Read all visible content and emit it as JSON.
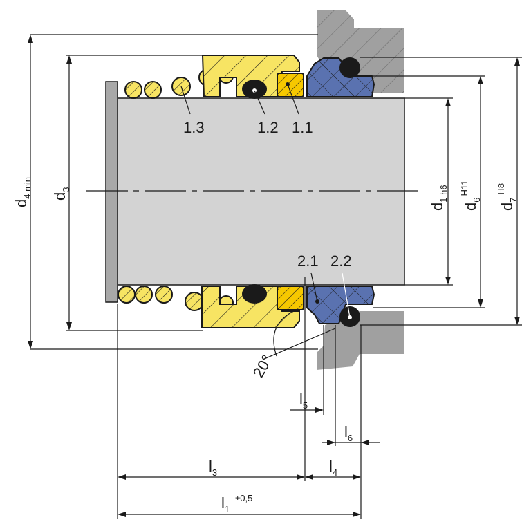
{
  "colors": {
    "shaft": "#d3d3d3",
    "housing": "#a0a0a0",
    "yellow_light": "#f7e463",
    "yellow_dark": "#f6c800",
    "blue": "#5a72b0",
    "black": "#1a1a1a"
  },
  "parts": {
    "p13": "1.3",
    "p12": "1.2",
    "p11": "1.1",
    "p21": "2.1",
    "p22": "2.2"
  },
  "dimensions": {
    "d4": {
      "main": "d",
      "sub": "4 min"
    },
    "d3": {
      "main": "d",
      "sub": "3"
    },
    "d1": {
      "main": "d",
      "sub": "1 h6"
    },
    "d6": {
      "main": "d",
      "sub": "6",
      "sup": "H11"
    },
    "d7": {
      "main": "d",
      "sub": "7",
      "sup": "H8"
    },
    "l1": {
      "main": "l",
      "sub": "1",
      "tol": "±0,5"
    },
    "l3": {
      "main": "l",
      "sub": "3"
    },
    "l4": {
      "main": "l",
      "sub": "4"
    },
    "l5": {
      "main": "l",
      "sub": "5"
    },
    "l6": {
      "main": "l",
      "sub": "6"
    },
    "angle": "20°"
  }
}
